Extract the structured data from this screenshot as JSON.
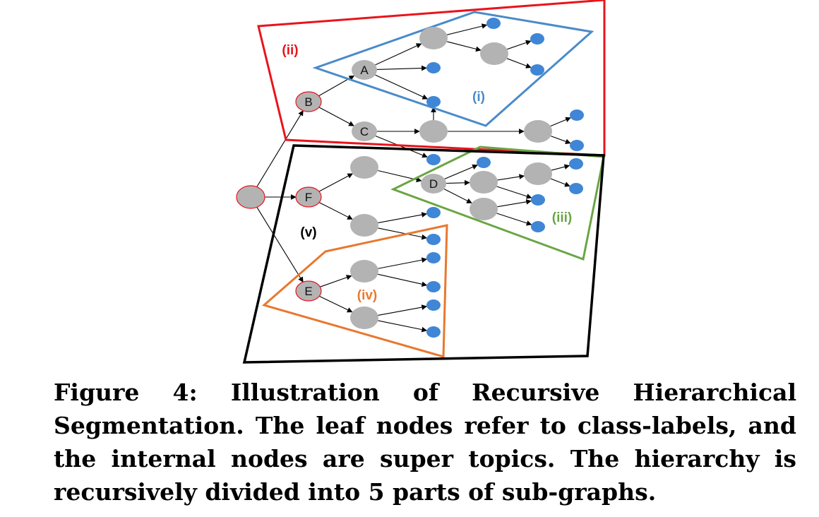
{
  "figure": {
    "node_labels": {
      "A": "A",
      "B": "B",
      "C": "C",
      "D": "D",
      "E": "E",
      "F": "F"
    },
    "segments": [
      {
        "label": "(i)",
        "color": "#4a8bc9"
      },
      {
        "label": "(ii)",
        "color": "#e8141c"
      },
      {
        "label": "(iii)",
        "color": "#6aa544"
      },
      {
        "label": "(iv)",
        "color": "#e8782f"
      },
      {
        "label": "(v)",
        "color": "#000000"
      }
    ],
    "colors": {
      "internal_node": "#b3b3b3",
      "leaf_node": "#3f86d6",
      "highlight_stroke": "#e8141c"
    }
  },
  "caption": "Figure 4: Illustration of Recursive Hierarchical Segmentation. The leaf nodes refer to class-labels, and the internal nodes are super topics. The hierarchy is recursively divided into 5 parts of sub-graphs."
}
